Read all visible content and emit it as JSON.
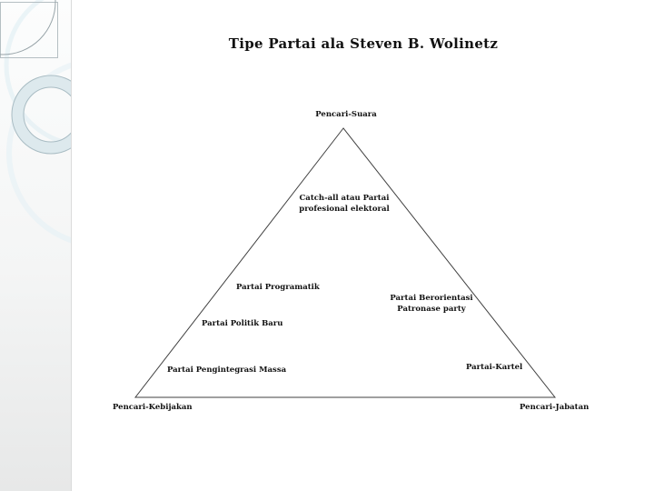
{
  "slide": {
    "title": "Tipe Partai ala Steven B. Wolinetz"
  },
  "diagram": {
    "type": "triangle",
    "description": "Wolinetz party-type triangle with three seeking orientations at the corners and party types placed inside",
    "corners": {
      "top": "Pencari-Suara",
      "bottom_left": "Pencari-Kebijakan",
      "bottom_right": "Pencari-Jabatan"
    },
    "labels": {
      "apex": "Pencari-Suara",
      "catch_all_line1": "Catch-all atau Partai",
      "catch_all_line2": "profesional elektoral",
      "programatik": "Partai Programatik",
      "berorientasi_line1": "Partai Berorientasi",
      "berorientasi_line2": "Patronase party",
      "politik_baru": "Partai Politik Baru",
      "pengintegrasi": "Partai Pengintegrasi Massa",
      "kartel": "Partai-Kartel",
      "kebijakan": "Pencari-Kebijakan",
      "jabatan": "Pencari-Jabatan"
    }
  },
  "colors": {
    "slide_bg": "#ffffff",
    "triangle_line": "#404040",
    "decor_ring_fill": "#dde9ed",
    "decor_ring_stroke": "#a9bcc3",
    "decor_arc_stroke": "#98a4a9",
    "decor_square_stroke": "#b5bfc3",
    "decor_soft_blue": "#dcecf2"
  }
}
